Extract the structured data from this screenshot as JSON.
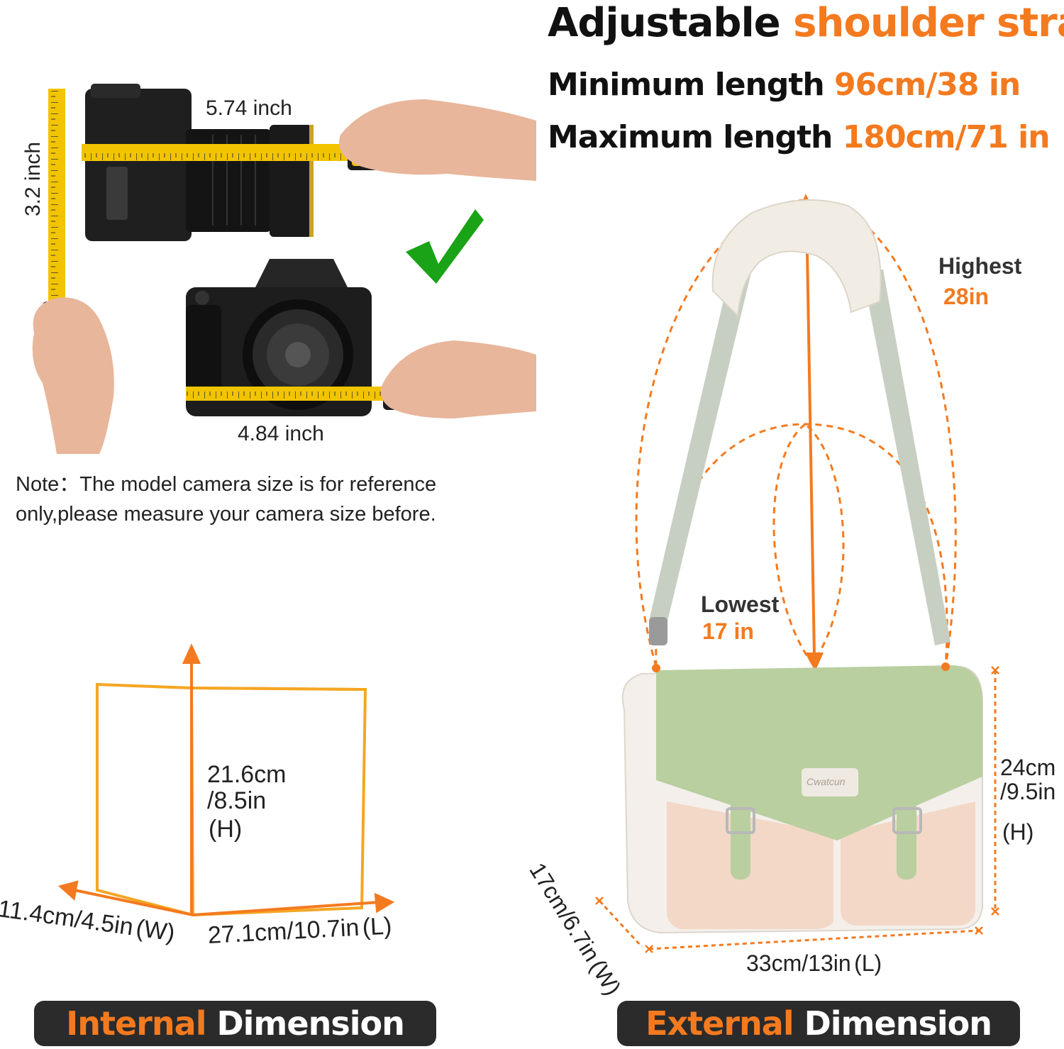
{
  "headline": {
    "part1": "Adjustable",
    "part2": "shoulder strap"
  },
  "strap": {
    "min_label": "Minimum length",
    "min_value": "96cm/38 in",
    "max_label": "Maximum length",
    "max_value": "180cm/71 in"
  },
  "camera": {
    "width_top": "5.74 inch",
    "height_side": "3.2 inch",
    "width_bottom": "4.84 inch",
    "checkmark_icon": "check-icon"
  },
  "note": "Note：The model camera size is for reference\nonly,please measure your camera size before.",
  "bag": {
    "highest_label": "Highest",
    "highest_value": "28in",
    "lowest_label": "Lowest",
    "lowest_value": "17 in",
    "brand": "Cwatcun",
    "height_cm": "24cm",
    "height_in": "/9.5in",
    "height_tag": "(H)",
    "width_text": "17cm/6.7in",
    "width_tag": "(W)",
    "length_text": "33cm/13in",
    "length_tag": "(L)"
  },
  "box": {
    "height_cm": "21.6cm",
    "height_in": "/8.5in",
    "height_tag": "(H)",
    "width_text": "11.4cm/4.5in",
    "width_tag": "(W)",
    "length_text": "27.1cm/10.7in",
    "length_tag": "(L)"
  },
  "labels": {
    "internal_orange": "Internal",
    "internal_white": "Dimension",
    "external_orange": "External",
    "external_white": "Dimension"
  },
  "colors": {
    "accent": "#f47a1f",
    "pill_bg": "#2b2b2b",
    "bag_green": "#b9cfa0",
    "bag_pink": "#f3d8c7",
    "bag_cream": "#f4efea"
  }
}
